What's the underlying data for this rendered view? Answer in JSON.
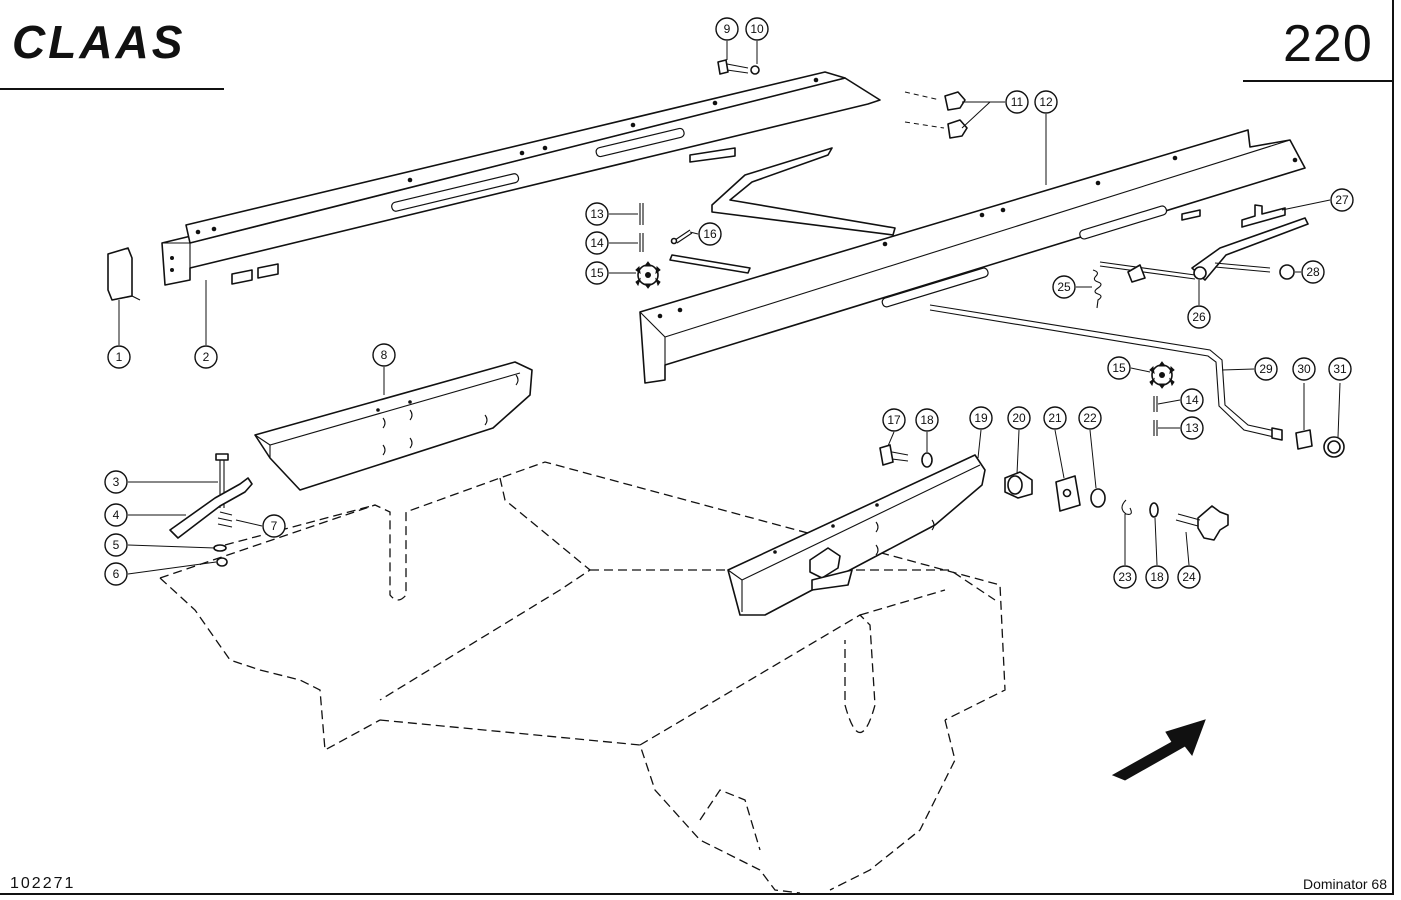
{
  "header": {
    "brand": "CLAAS",
    "page_number": "220"
  },
  "footer": {
    "drawing_id": "102271",
    "model": "Dominator 68"
  },
  "callouts": [
    "1",
    "2",
    "3",
    "4",
    "5",
    "6",
    "7",
    "8",
    "9",
    "10",
    "11",
    "12",
    "13",
    "14",
    "15",
    "16",
    "17",
    "18",
    "19",
    "20",
    "21",
    "22",
    "23",
    "18",
    "24",
    "25",
    "26",
    "27",
    "28",
    "15",
    "14",
    "13",
    "29",
    "30",
    "31"
  ]
}
